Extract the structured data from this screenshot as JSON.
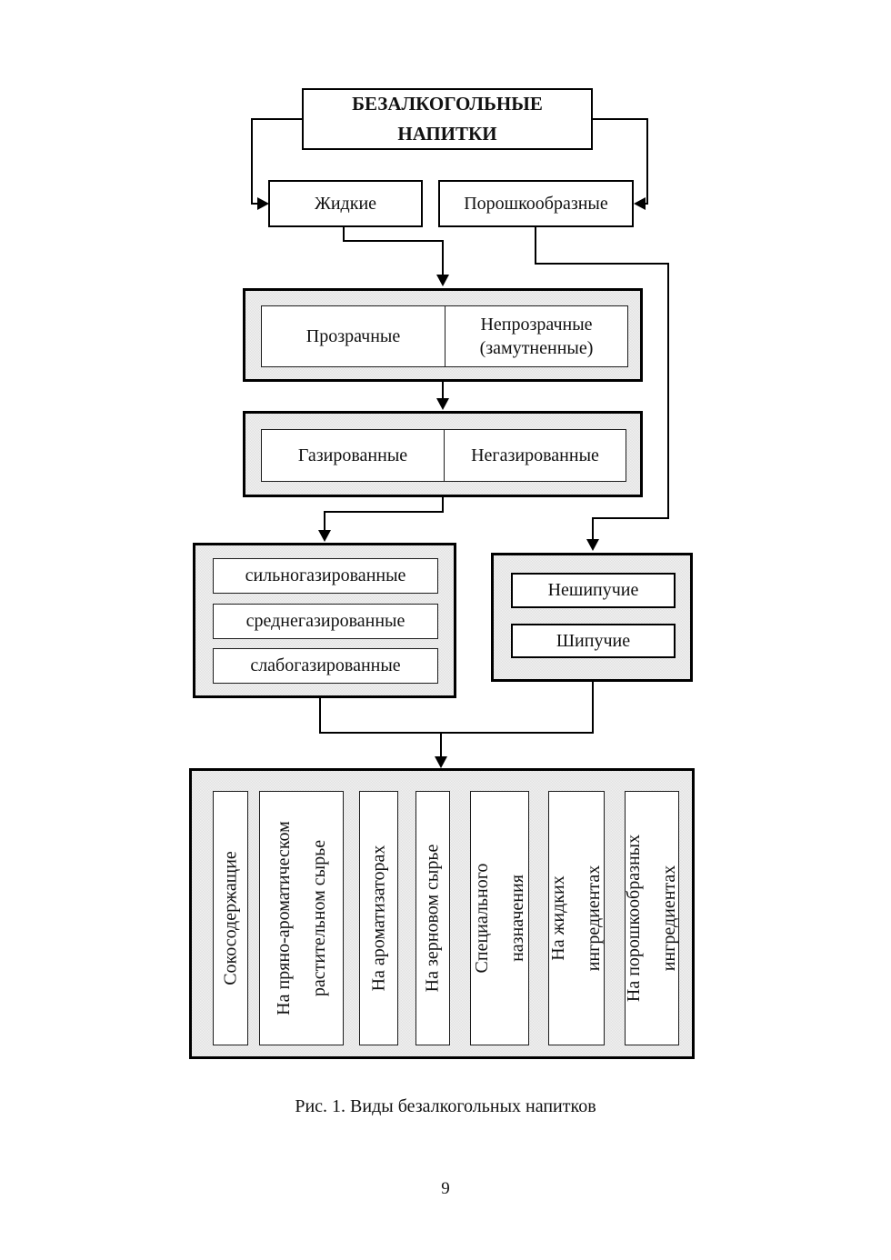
{
  "diagram": {
    "title": "БЕЗАЛКОГОЛЬНЫЕ\nНАПИТКИ",
    "form_liquid": "Жидкие",
    "form_powder": "Порошкообразные",
    "clarity": {
      "transparent": "Прозрачные",
      "opaque": "Непрозрачные\n(замутненные)"
    },
    "carbonation": {
      "carbonated": "Газированные",
      "still": "Негазированные"
    },
    "carbonation_levels": [
      "сильногазированные",
      "среднегазированные",
      "слабогазированные"
    ],
    "fizz_types": [
      "Нешипучие",
      "Шипучие"
    ],
    "base_types": [
      "Сокосодержащие",
      "На пряно-ароматическом\nрастительном сырье",
      "На ароматизаторах",
      "На зерновом сырье",
      "Специального\nназначения",
      "На жидких\nингредиентах",
      "На порошкообразных\nингредиентах"
    ]
  },
  "caption": "Рис. 1. Виды безалкогольных напитков",
  "page_number": "9"
}
